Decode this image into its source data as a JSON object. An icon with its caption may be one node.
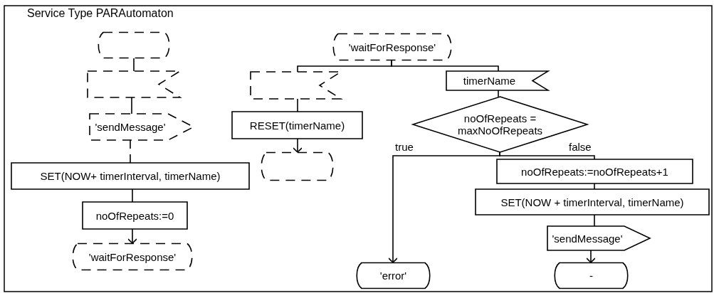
{
  "diagram": {
    "title": "Service Type PARAutomaton",
    "nodes": [
      {
        "text": [],
        "shape": "state"
      },
      {
        "text": [],
        "shape": "input"
      },
      {
        "text": [
          "'sendMessage'"
        ]
      },
      {
        "text": [
          "SET(NOW+ timerInterval, timerName)"
        ]
      },
      {
        "text": [
          "noOfRepeats:=0"
        ]
      },
      {
        "text": [
          "'waitForResponse'"
        ]
      },
      {
        "text": [
          "'waitForResponse'"
        ]
      },
      {
        "text": [],
        "shape": "input"
      },
      {
        "text": [
          "timerName"
        ]
      },
      {
        "text": [
          "noOfRepeats = maxNoOfRepeats"
        ]
      },
      {
        "text": [
          "RESET(timerName)"
        ]
      },
      {
        "text": [],
        "shape": "state"
      },
      {
        "text": [
          "'error'"
        ]
      },
      {
        "text": [
          "noOfRepeats:=noOfRepeats+1"
        ]
      },
      {
        "text": [
          "SET(NOW + timerInterval, timerName)"
        ]
      },
      {
        "text": [
          "'sendMessage'"
        ]
      },
      {
        "text": [
          "-"
        ]
      }
    ],
    "edges": [
      {
        "from": 0,
        "to": 1,
        "arrow": "none"
      },
      {
        "from": 1,
        "to": 2,
        "arrow": "none"
      },
      {
        "from": 2,
        "to": 3,
        "arrow": "none",
        "style": "dashed"
      },
      {
        "from": 3,
        "to": 4,
        "arrow": "none"
      },
      {
        "from": 4,
        "to": 5,
        "arrow": "to"
      },
      {
        "from": 6,
        "to": 7,
        "arrow": "none"
      },
      {
        "from": 6,
        "to": 8,
        "arrow": "none"
      },
      {
        "from": 8,
        "to": 9,
        "arrow": "none"
      },
      {
        "from": 7,
        "to": 10,
        "arrow": "none"
      },
      {
        "from": 10,
        "to": 11,
        "arrow": "to"
      },
      {
        "from": 9,
        "to": 12,
        "arrow": "to",
        "label": "true"
      },
      {
        "from": 9,
        "to": 13,
        "arrow": "none",
        "label": "false"
      },
      {
        "from": 13,
        "to": 14,
        "arrow": "none"
      },
      {
        "from": 14,
        "to": 15,
        "arrow": "none"
      },
      {
        "from": 15,
        "to": 16,
        "arrow": "to"
      }
    ]
  }
}
